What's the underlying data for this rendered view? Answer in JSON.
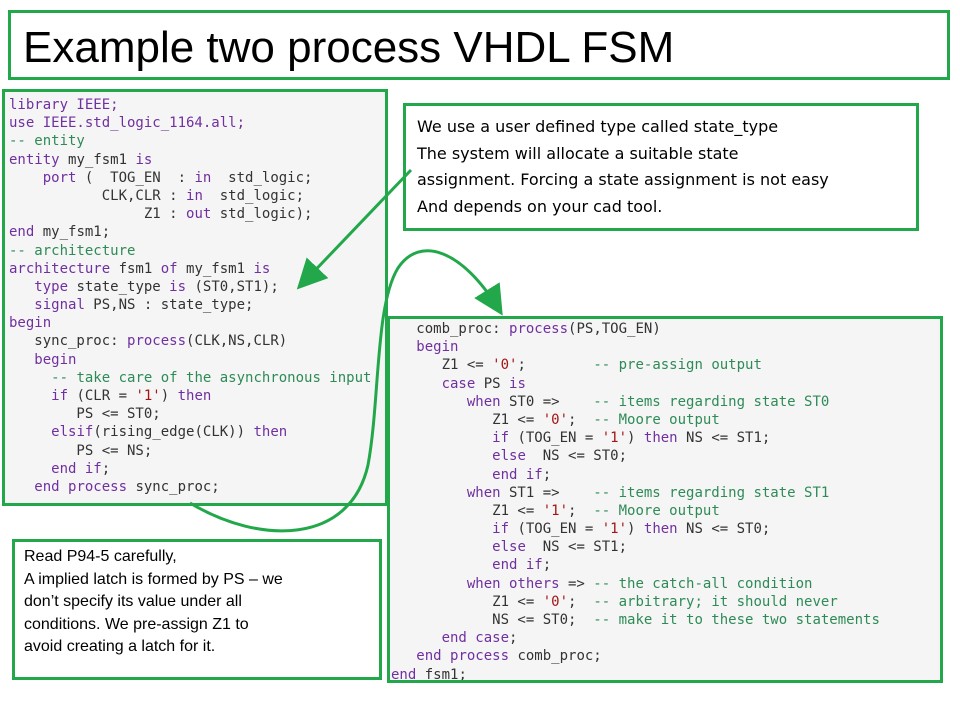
{
  "title": "Example two process VHDL FSM",
  "code_left": [
    [
      {
        "t": "library IEEE;",
        "c": "kw"
      }
    ],
    [
      {
        "t": "use IEEE.std_logic_1164.all;",
        "c": "kw"
      }
    ],
    [
      {
        "t": "-- entity",
        "c": "cm"
      }
    ],
    [
      {
        "t": "entity ",
        "c": "kw"
      },
      {
        "t": "my_fsm1 "
      },
      {
        "t": "is",
        "c": "kw"
      }
    ],
    [
      {
        "t": "    "
      },
      {
        "t": "port",
        "c": "kw"
      },
      {
        "t": " (  TOG_EN  : "
      },
      {
        "t": "in",
        "c": "kw"
      },
      {
        "t": "  std_logic;"
      }
    ],
    [
      {
        "t": "           CLK,CLR : "
      },
      {
        "t": "in",
        "c": "kw"
      },
      {
        "t": "  std_logic;"
      }
    ],
    [
      {
        "t": "                Z1 : "
      },
      {
        "t": "out",
        "c": "kw"
      },
      {
        "t": " std_logic);"
      }
    ],
    [
      {
        "t": "end",
        "c": "kw"
      },
      {
        "t": " my_fsm1;"
      }
    ],
    [
      {
        "t": "-- architecture",
        "c": "cm"
      }
    ],
    [
      {
        "t": "architecture ",
        "c": "kw"
      },
      {
        "t": "fsm1 "
      },
      {
        "t": "of",
        "c": "kw"
      },
      {
        "t": " my_fsm1 "
      },
      {
        "t": "is",
        "c": "kw"
      }
    ],
    [
      {
        "t": "   "
      },
      {
        "t": "type",
        "c": "kw"
      },
      {
        "t": " state_type "
      },
      {
        "t": "is",
        "c": "kw"
      },
      {
        "t": " (ST0,ST1);"
      }
    ],
    [
      {
        "t": "   "
      },
      {
        "t": "signal",
        "c": "kw"
      },
      {
        "t": " PS,NS : state_type;"
      }
    ],
    [
      {
        "t": "begin",
        "c": "kw"
      }
    ],
    [
      {
        "t": "   sync_proc: "
      },
      {
        "t": "process",
        "c": "kw"
      },
      {
        "t": "(CLK,NS,CLR)"
      }
    ],
    [
      {
        "t": "   "
      },
      {
        "t": "begin",
        "c": "kw"
      }
    ],
    [
      {
        "t": "     "
      },
      {
        "t": "-- take care of the asynchronous input",
        "c": "cm"
      }
    ],
    [
      {
        "t": "     "
      },
      {
        "t": "if",
        "c": "kw"
      },
      {
        "t": " (CLR = "
      },
      {
        "t": "'1'",
        "c": "st"
      },
      {
        "t": ") "
      },
      {
        "t": "then",
        "c": "kw"
      }
    ],
    [
      {
        "t": "        PS <= ST0;"
      }
    ],
    [
      {
        "t": "     "
      },
      {
        "t": "elsif",
        "c": "kw"
      },
      {
        "t": "(rising_edge(CLK)) "
      },
      {
        "t": "then",
        "c": "kw"
      }
    ],
    [
      {
        "t": "        PS <= NS;"
      }
    ],
    [
      {
        "t": "     "
      },
      {
        "t": "end if",
        "c": "kw"
      },
      {
        "t": ";"
      }
    ],
    [
      {
        "t": "   "
      },
      {
        "t": "end process",
        "c": "kw"
      },
      {
        "t": " sync_proc;"
      }
    ]
  ],
  "code_right": [
    [
      {
        "t": "   comb_proc: "
      },
      {
        "t": "process",
        "c": "kw"
      },
      {
        "t": "(PS,TOG_EN)"
      }
    ],
    [
      {
        "t": "   "
      },
      {
        "t": "begin",
        "c": "kw"
      }
    ],
    [
      {
        "t": "      Z1 <= "
      },
      {
        "t": "'0'",
        "c": "st"
      },
      {
        "t": ";        "
      },
      {
        "t": "-- pre-assign output",
        "c": "cm"
      }
    ],
    [
      {
        "t": "      "
      },
      {
        "t": "case",
        "c": "kw"
      },
      {
        "t": " PS "
      },
      {
        "t": "is",
        "c": "kw"
      }
    ],
    [
      {
        "t": "         "
      },
      {
        "t": "when",
        "c": "kw"
      },
      {
        "t": " ST0 =>    "
      },
      {
        "t": "-- items regarding state ST0",
        "c": "cm"
      }
    ],
    [
      {
        "t": "            Z1 <= "
      },
      {
        "t": "'0'",
        "c": "st"
      },
      {
        "t": ";  "
      },
      {
        "t": "-- Moore output",
        "c": "cm"
      }
    ],
    [
      {
        "t": "            "
      },
      {
        "t": "if",
        "c": "kw"
      },
      {
        "t": " (TOG_EN = "
      },
      {
        "t": "'1'",
        "c": "st"
      },
      {
        "t": ") "
      },
      {
        "t": "then",
        "c": "kw"
      },
      {
        "t": " NS <= ST1;"
      }
    ],
    [
      {
        "t": "            "
      },
      {
        "t": "else",
        "c": "kw"
      },
      {
        "t": "  NS <= ST0;"
      }
    ],
    [
      {
        "t": "            "
      },
      {
        "t": "end if",
        "c": "kw"
      },
      {
        "t": ";"
      }
    ],
    [
      {
        "t": "         "
      },
      {
        "t": "when",
        "c": "kw"
      },
      {
        "t": " ST1 =>    "
      },
      {
        "t": "-- items regarding state ST1",
        "c": "cm"
      }
    ],
    [
      {
        "t": "            Z1 <= "
      },
      {
        "t": "'1'",
        "c": "st"
      },
      {
        "t": ";  "
      },
      {
        "t": "-- Moore output",
        "c": "cm"
      }
    ],
    [
      {
        "t": "            "
      },
      {
        "t": "if",
        "c": "kw"
      },
      {
        "t": " (TOG_EN = "
      },
      {
        "t": "'1'",
        "c": "st"
      },
      {
        "t": ") "
      },
      {
        "t": "then",
        "c": "kw"
      },
      {
        "t": " NS <= ST0;"
      }
    ],
    [
      {
        "t": "            "
      },
      {
        "t": "else",
        "c": "kw"
      },
      {
        "t": "  NS <= ST1;"
      }
    ],
    [
      {
        "t": "            "
      },
      {
        "t": "end if",
        "c": "kw"
      },
      {
        "t": ";"
      }
    ],
    [
      {
        "t": "         "
      },
      {
        "t": "when others",
        "c": "kw"
      },
      {
        "t": " => "
      },
      {
        "t": "-- the catch-all condition",
        "c": "cm"
      }
    ],
    [
      {
        "t": "            Z1 <= "
      },
      {
        "t": "'0'",
        "c": "st"
      },
      {
        "t": ";  "
      },
      {
        "t": "-- arbitrary; it should never",
        "c": "cm"
      }
    ],
    [
      {
        "t": "            NS <= ST0;  "
      },
      {
        "t": "-- make it to these two statements",
        "c": "cm"
      }
    ],
    [
      {
        "t": "      "
      },
      {
        "t": "end case",
        "c": "kw"
      },
      {
        "t": ";"
      }
    ],
    [
      {
        "t": "   "
      },
      {
        "t": "end process",
        "c": "kw"
      },
      {
        "t": " comb_proc;"
      }
    ],
    [
      {
        "t": "end",
        "c": "kw"
      },
      {
        "t": " fsm1;"
      }
    ]
  ],
  "note_top": [
    "We use a user defined type called state_type",
    "The system will allocate a suitable state",
    "assignment.  Forcing a state assignment is not easy",
    "And depends on your cad tool."
  ],
  "note_bottom": [
    "Read P94-5 carefully,",
    "A implied latch is formed by PS – we",
    "don’t specify its value under all",
    "conditions.  We pre-assign Z1 to",
    "avoid creating a latch for it."
  ],
  "colors": {
    "accent": "#22a84a",
    "keyword": "#7030a0",
    "comment": "#2e8b57",
    "string": "#a31515"
  }
}
